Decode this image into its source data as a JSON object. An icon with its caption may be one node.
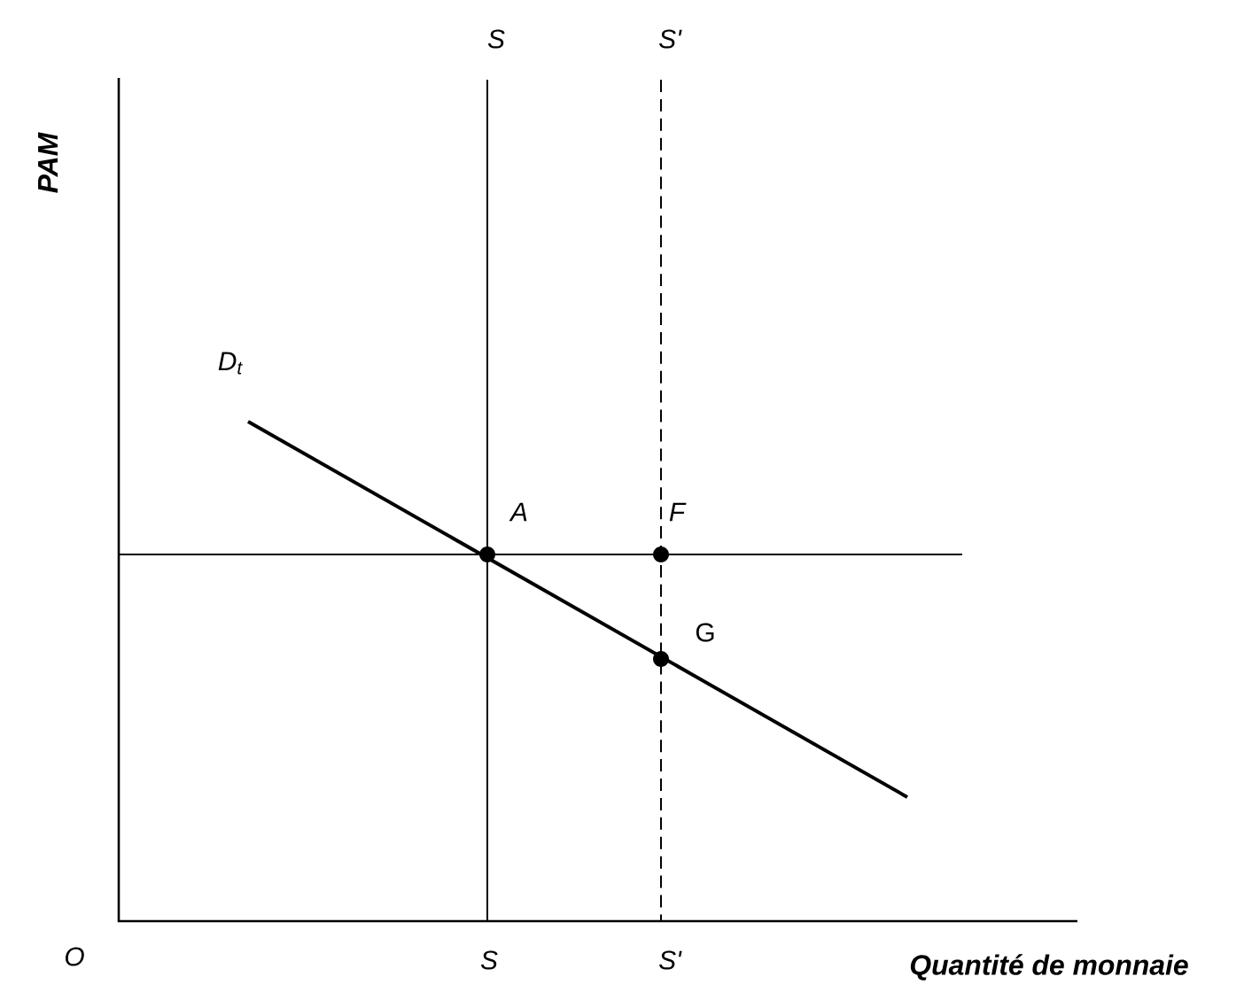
{
  "diagram": {
    "labels": [
      "S",
      "S'",
      "PAM",
      "D$_{t}$",
      "A",
      "F",
      "G",
      "O",
      "S",
      "S'",
      "Quantité de monnaie"
    ]
  }
}
